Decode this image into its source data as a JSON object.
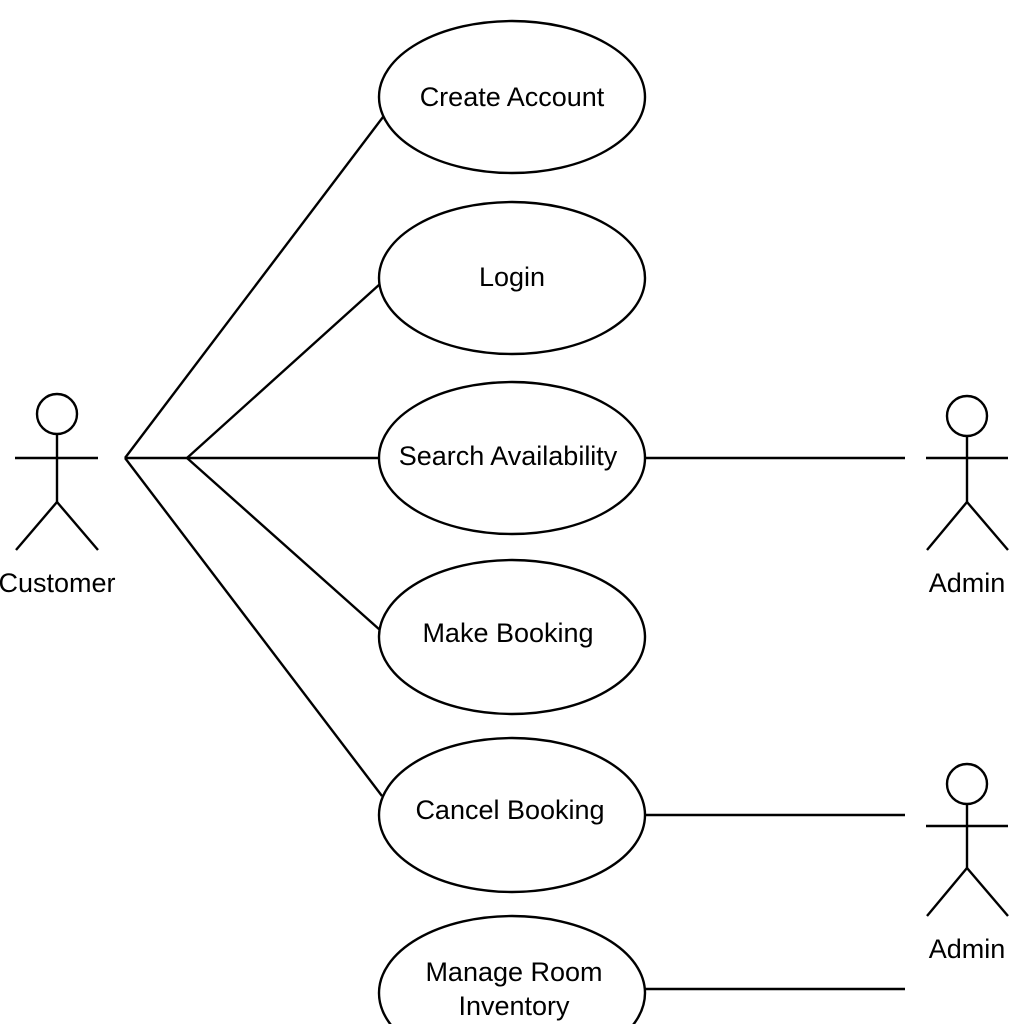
{
  "actors": {
    "customer": {
      "label": "Customer"
    },
    "admin_top": {
      "label": "Admin"
    },
    "admin_bottom": {
      "label": "Admin"
    }
  },
  "use_cases": {
    "create_account": {
      "label": "Create Account"
    },
    "login": {
      "label": "Login"
    },
    "search_availability": {
      "label": "Search Availability"
    },
    "make_booking": {
      "label": "Make Booking"
    },
    "cancel_booking": {
      "label": "Cancel Booking"
    },
    "manage_room_inventory": {
      "line1": "Manage Room",
      "line2": "Inventory"
    }
  },
  "colors": {
    "stroke": "#000000",
    "background": "#ffffff"
  }
}
